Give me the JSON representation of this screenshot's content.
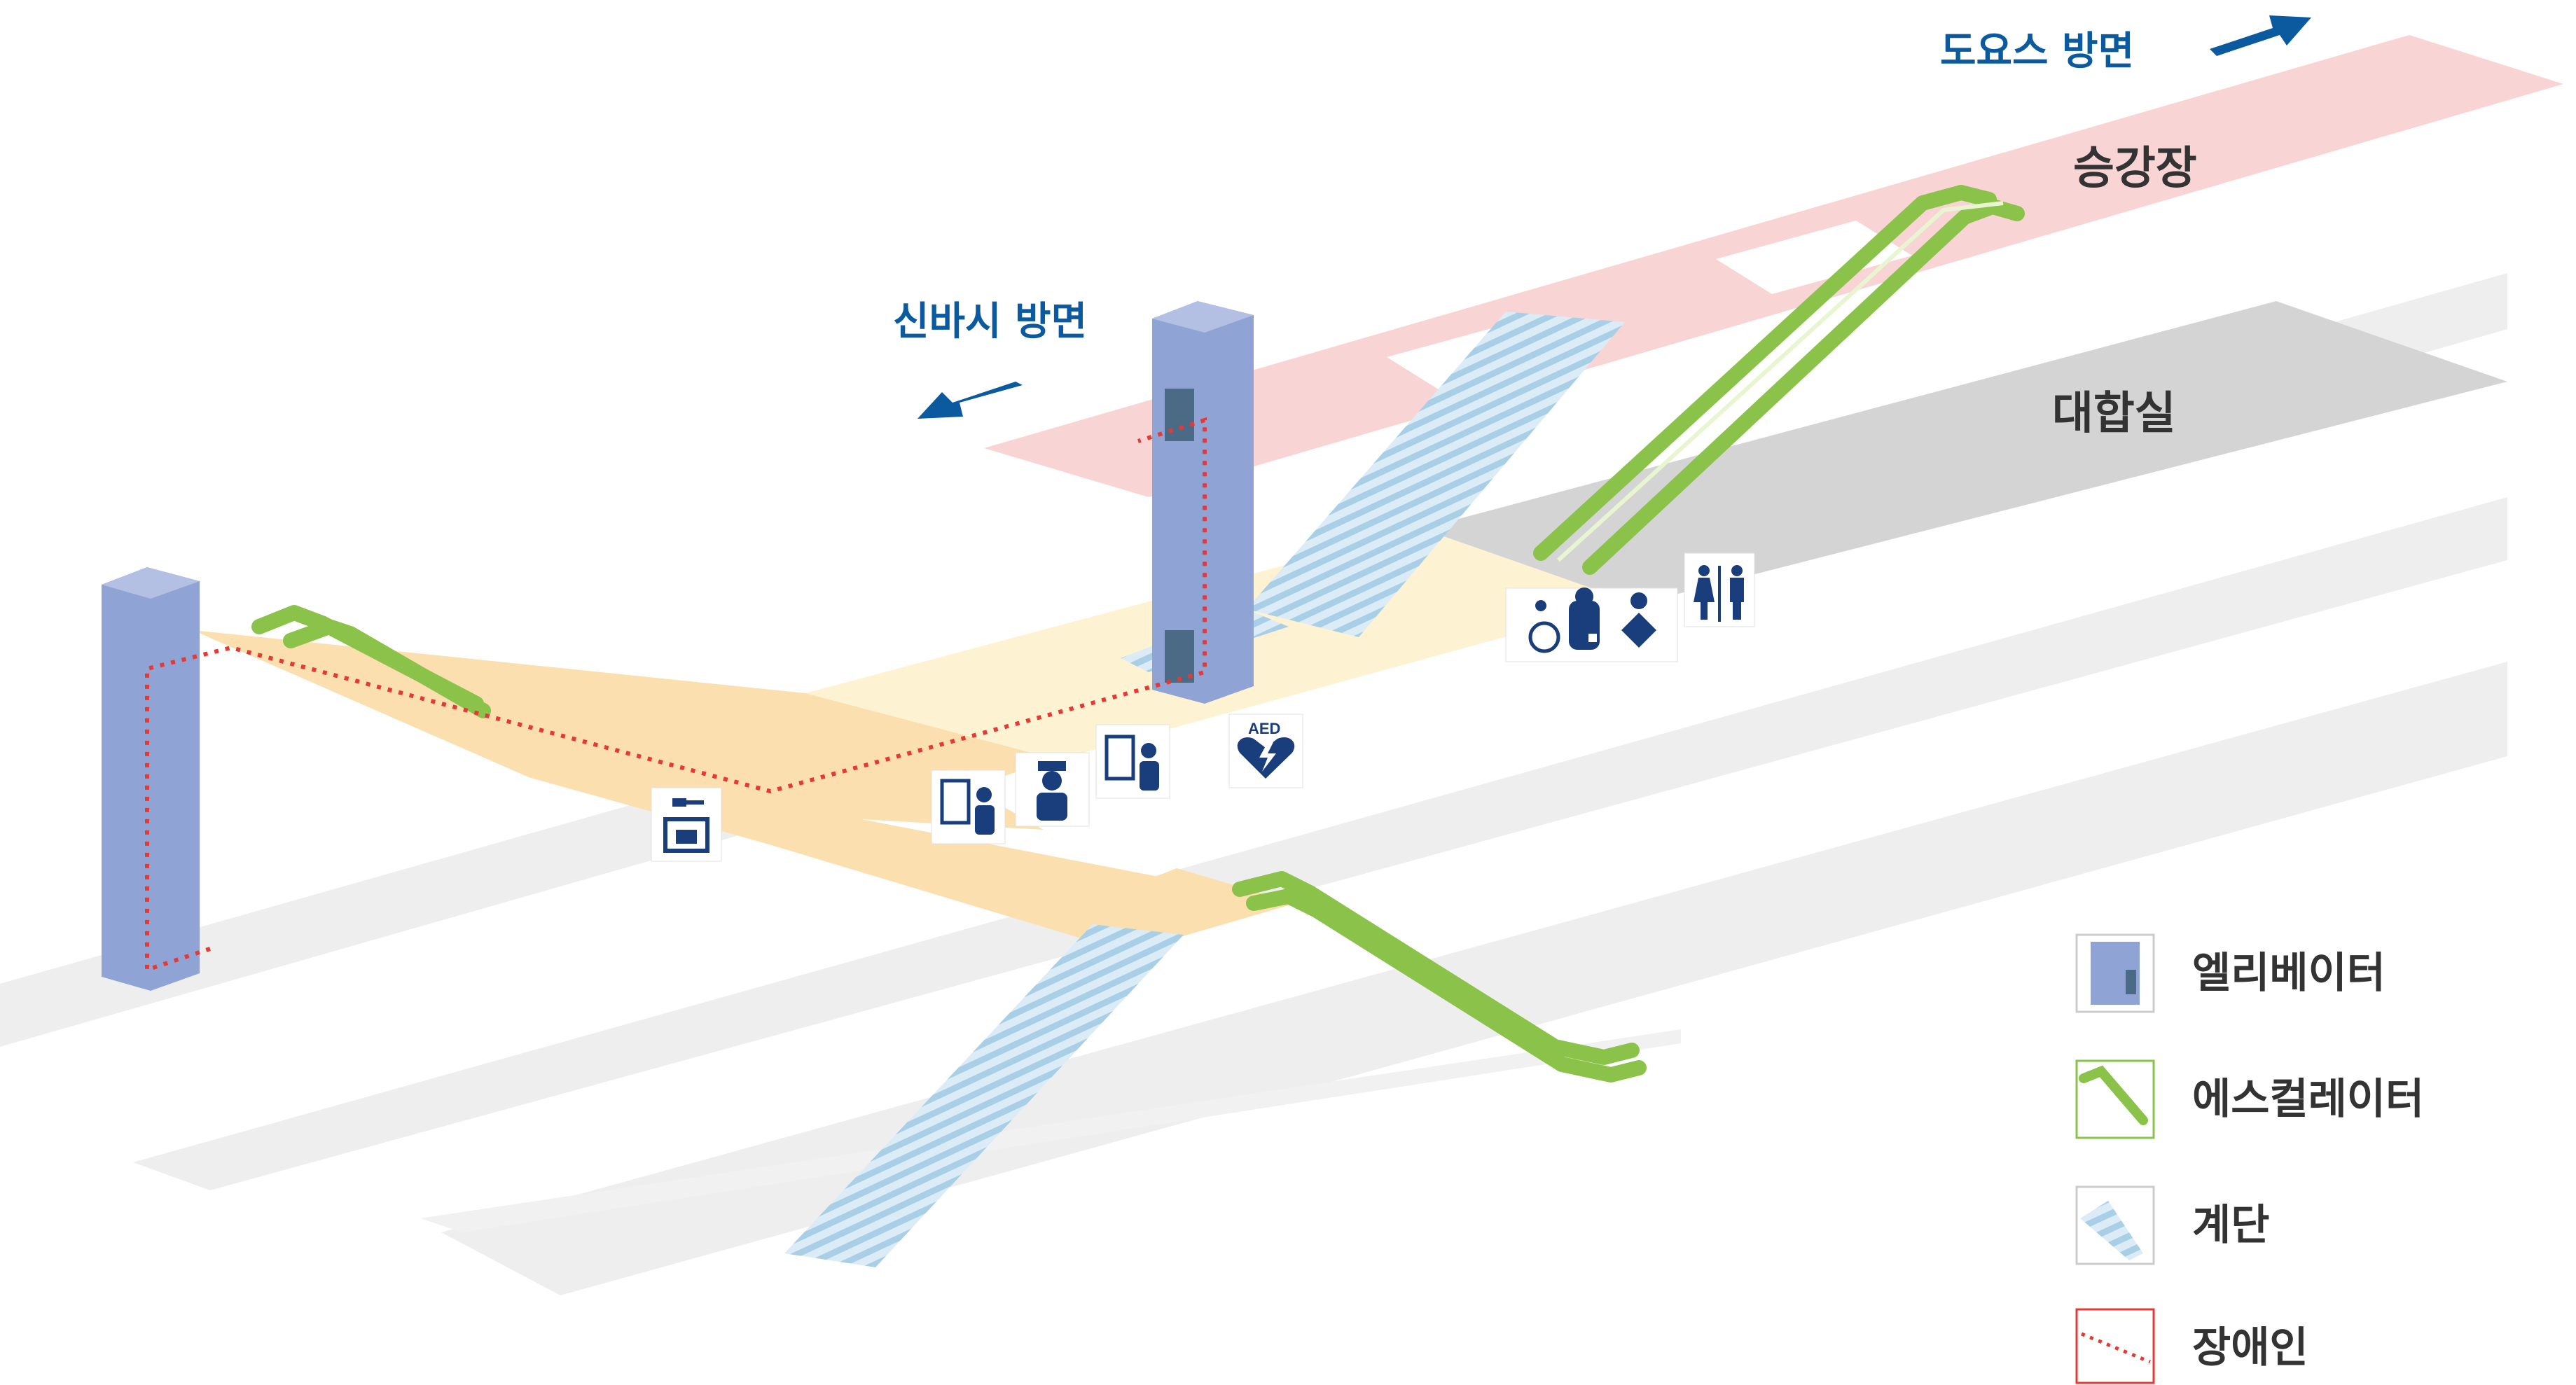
{
  "directions": {
    "tokyo": "도요스 방면",
    "shinbashi": "신바시 방면"
  },
  "areas": {
    "platform": "승강장",
    "concourse": "대합실"
  },
  "legend": [
    {
      "key": "elevator",
      "label": "엘리베이터"
    },
    {
      "key": "escalator",
      "label": "에스컬레이터"
    },
    {
      "key": "stairs",
      "label": "계단"
    },
    {
      "key": "accessible",
      "label": "장애인"
    }
  ],
  "facilities": {
    "aed": "AED"
  },
  "colors": {
    "direction_text": "#0b5aa0",
    "direction_arrow": "#0b5aa0",
    "platform_fill": "#f7cfcf",
    "concourse_fill": "#d4d4d4",
    "floor_light": "#fdf3d2",
    "floor_orange": "#fbdfae",
    "elevator": "#8fa4d4",
    "escalator": "#8bc34a",
    "stairs": "#a9cfe6",
    "accessible_route": "#e53935",
    "icon_navy": "#1a3d7c",
    "ground_strip": "#eeeeee"
  }
}
